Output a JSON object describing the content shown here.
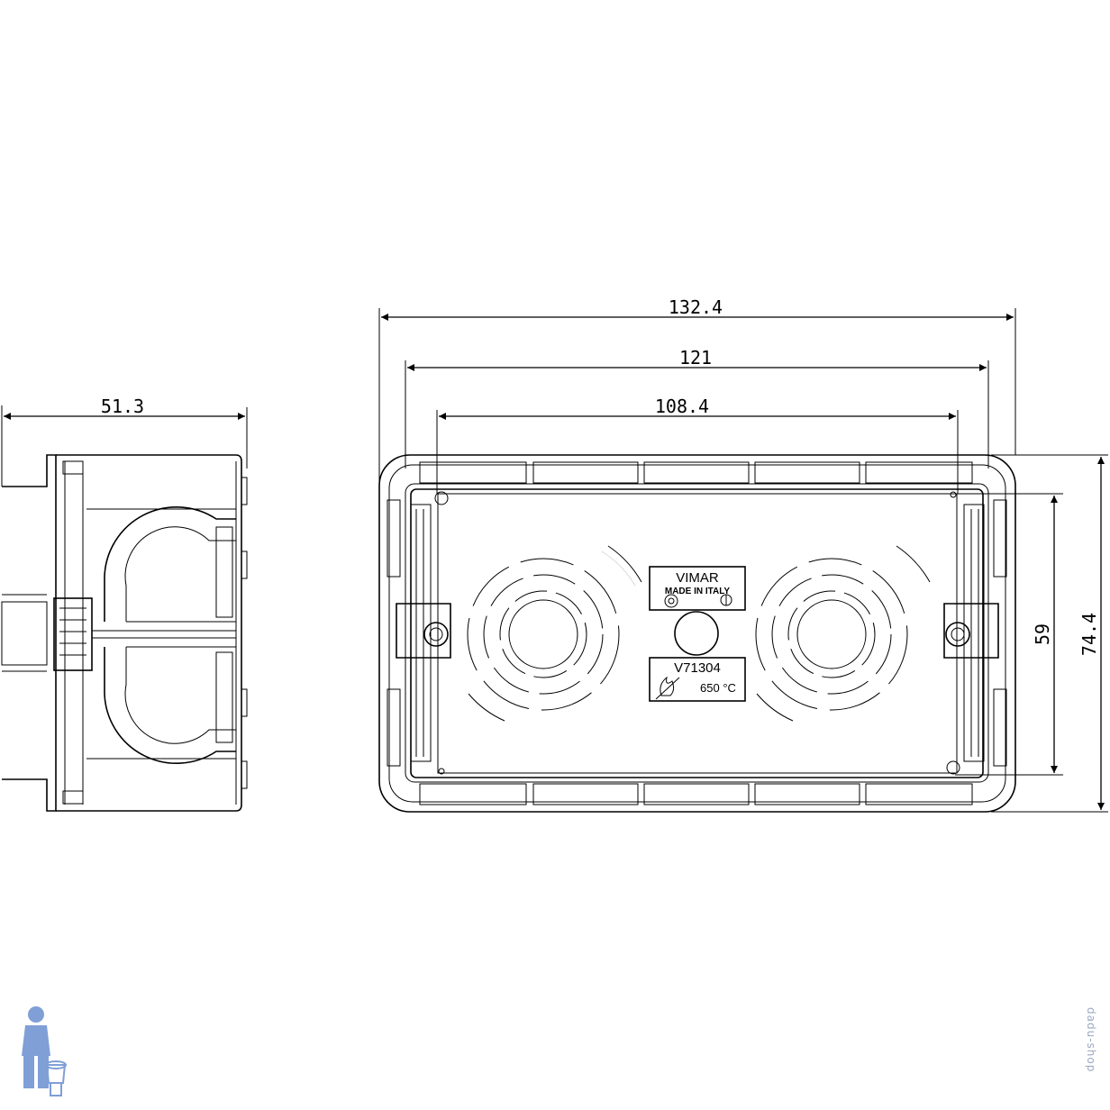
{
  "side_view": {
    "depth_dim": "51.3"
  },
  "front_view": {
    "width_outer_dim": "132.4",
    "width_mid_dim": "121",
    "width_inner_dim": "108.4",
    "height_inner_dim": "59",
    "height_outer_dim": "74.4"
  },
  "label_top": {
    "brand": "VIMAR",
    "origin": "MADE IN ITALY"
  },
  "label_bottom": {
    "model": "V71304",
    "temperature": "650 °C"
  },
  "watermark": {
    "text": "dadu-shop"
  },
  "colors": {
    "line": "#000000",
    "mascot": "#7f9fd6"
  },
  "icons": [
    "flame-test-icon",
    "imq-mark-icon",
    "mascot-icon"
  ]
}
